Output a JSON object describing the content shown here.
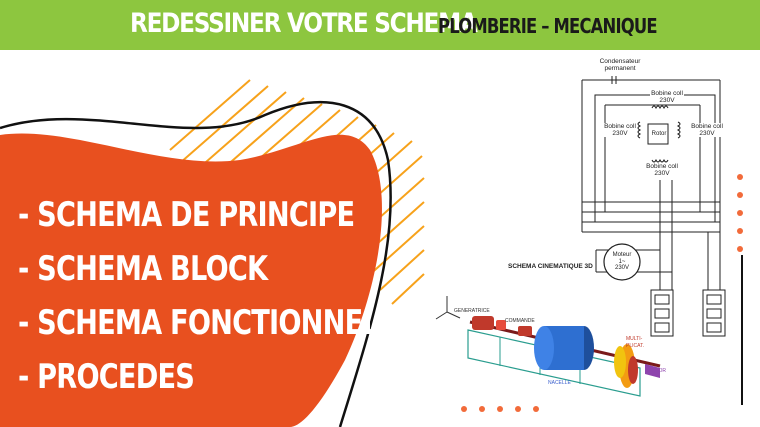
{
  "banner": {
    "title": "REDESSINER VOTRE SCHEMA",
    "subtitle": "PLOMBERIE – MECANIQUE",
    "color": "#8dc63f"
  },
  "menu": {
    "items": [
      {
        "label": "- SCHEMA DE PRINCIPE"
      },
      {
        "label": "- SCHEMA BLOCK"
      },
      {
        "label": "- SCHEMA FONCTIONNEL"
      },
      {
        "label": "- PROCEDES"
      }
    ]
  },
  "accent_color": "#e8501f",
  "schema": {
    "condensateur": [
      "Condensateur",
      "permanent"
    ],
    "bobine_top": [
      "Bobine coll",
      "230V"
    ],
    "bobine_left": [
      "Bobine coll",
      "230V"
    ],
    "bobine_right": [
      "Bobine coll",
      "230V"
    ],
    "bobine_bottom": [
      "Bobine coll",
      "230V"
    ],
    "rotor": "Rotor",
    "moteur": [
      "Moteur",
      "1~",
      "230V"
    ],
    "cinematique_title": "SCHEMA CINEMATIQUE 3D",
    "labels_3d": {
      "generatrice": "GENERATRICE",
      "commande": "COMMANDE",
      "nacelle": "NACELLE",
      "multiplicateur": "MULTI-\nPLICAT.",
      "rotor_3d": "ROTOR"
    }
  }
}
